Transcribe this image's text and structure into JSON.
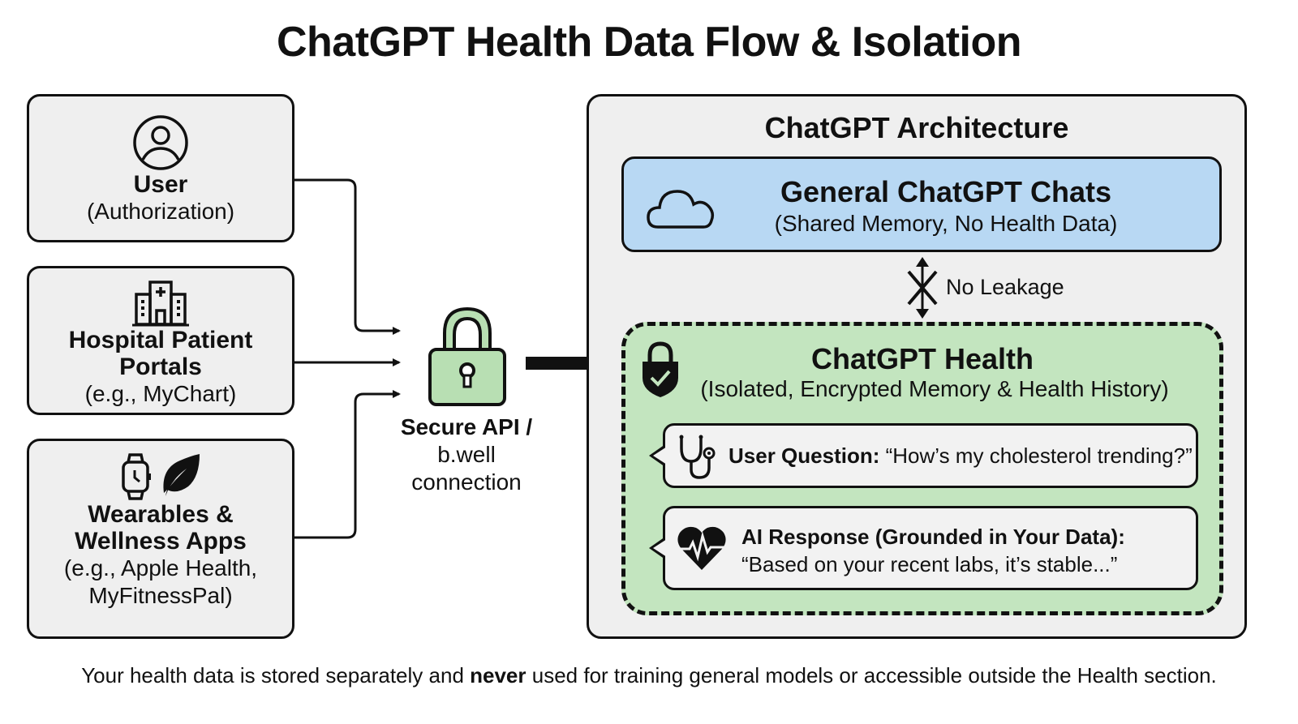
{
  "title": "ChatGPT Health Data Flow & Isolation",
  "sources": [
    {
      "name": "User",
      "sub": "(Authorization)",
      "icon": "user-circle-icon"
    },
    {
      "name_line1": "Hospital Patient",
      "name_line2": "Portals",
      "sub": "(e.g., MyChart)",
      "icon": "hospital-icon"
    },
    {
      "name_line1": "Wearables &",
      "name_line2": "Wellness Apps",
      "sub_line1": "(e.g., Apple Health,",
      "sub_line2": "MyFitnessPal)",
      "icons": [
        "smartwatch-icon",
        "leaf-icon"
      ]
    }
  ],
  "gateway": {
    "label_bold": "Secure API /",
    "label_line2": "b.well",
    "label_line3": "connection",
    "icon": "padlock-icon"
  },
  "architecture": {
    "title": "ChatGPT Architecture",
    "general": {
      "title": "General ChatGPT Chats",
      "sub": "(Shared Memory, No Health Data)",
      "icon": "cloud-icon"
    },
    "separator": {
      "label": "No Leakage",
      "icon": "blocked-bidirectional-arrow-icon"
    },
    "health": {
      "title": "ChatGPT Health",
      "sub": "(Isolated, Encrypted Memory & Health History)",
      "icon": "lock-shield-check-icon",
      "question": {
        "label": "User Question:",
        "text": "“How’s my cholesterol trending?”",
        "icon": "stethoscope-icon"
      },
      "response": {
        "label": "AI Response (Grounded in Your Data):",
        "text": "“Based on your recent labs, it’s stable...”",
        "icon": "heart-pulse-icon"
      }
    }
  },
  "footer": {
    "pre": "Your health data is stored separately and ",
    "bold": "never",
    "post": " used for training general models or accessible outside the Health section."
  },
  "colors": {
    "general_bg": "#b8d8f3",
    "health_bg": "#c3e5bf",
    "lock_fill": "#b8dfb3",
    "panel_bg": "#efefef"
  }
}
